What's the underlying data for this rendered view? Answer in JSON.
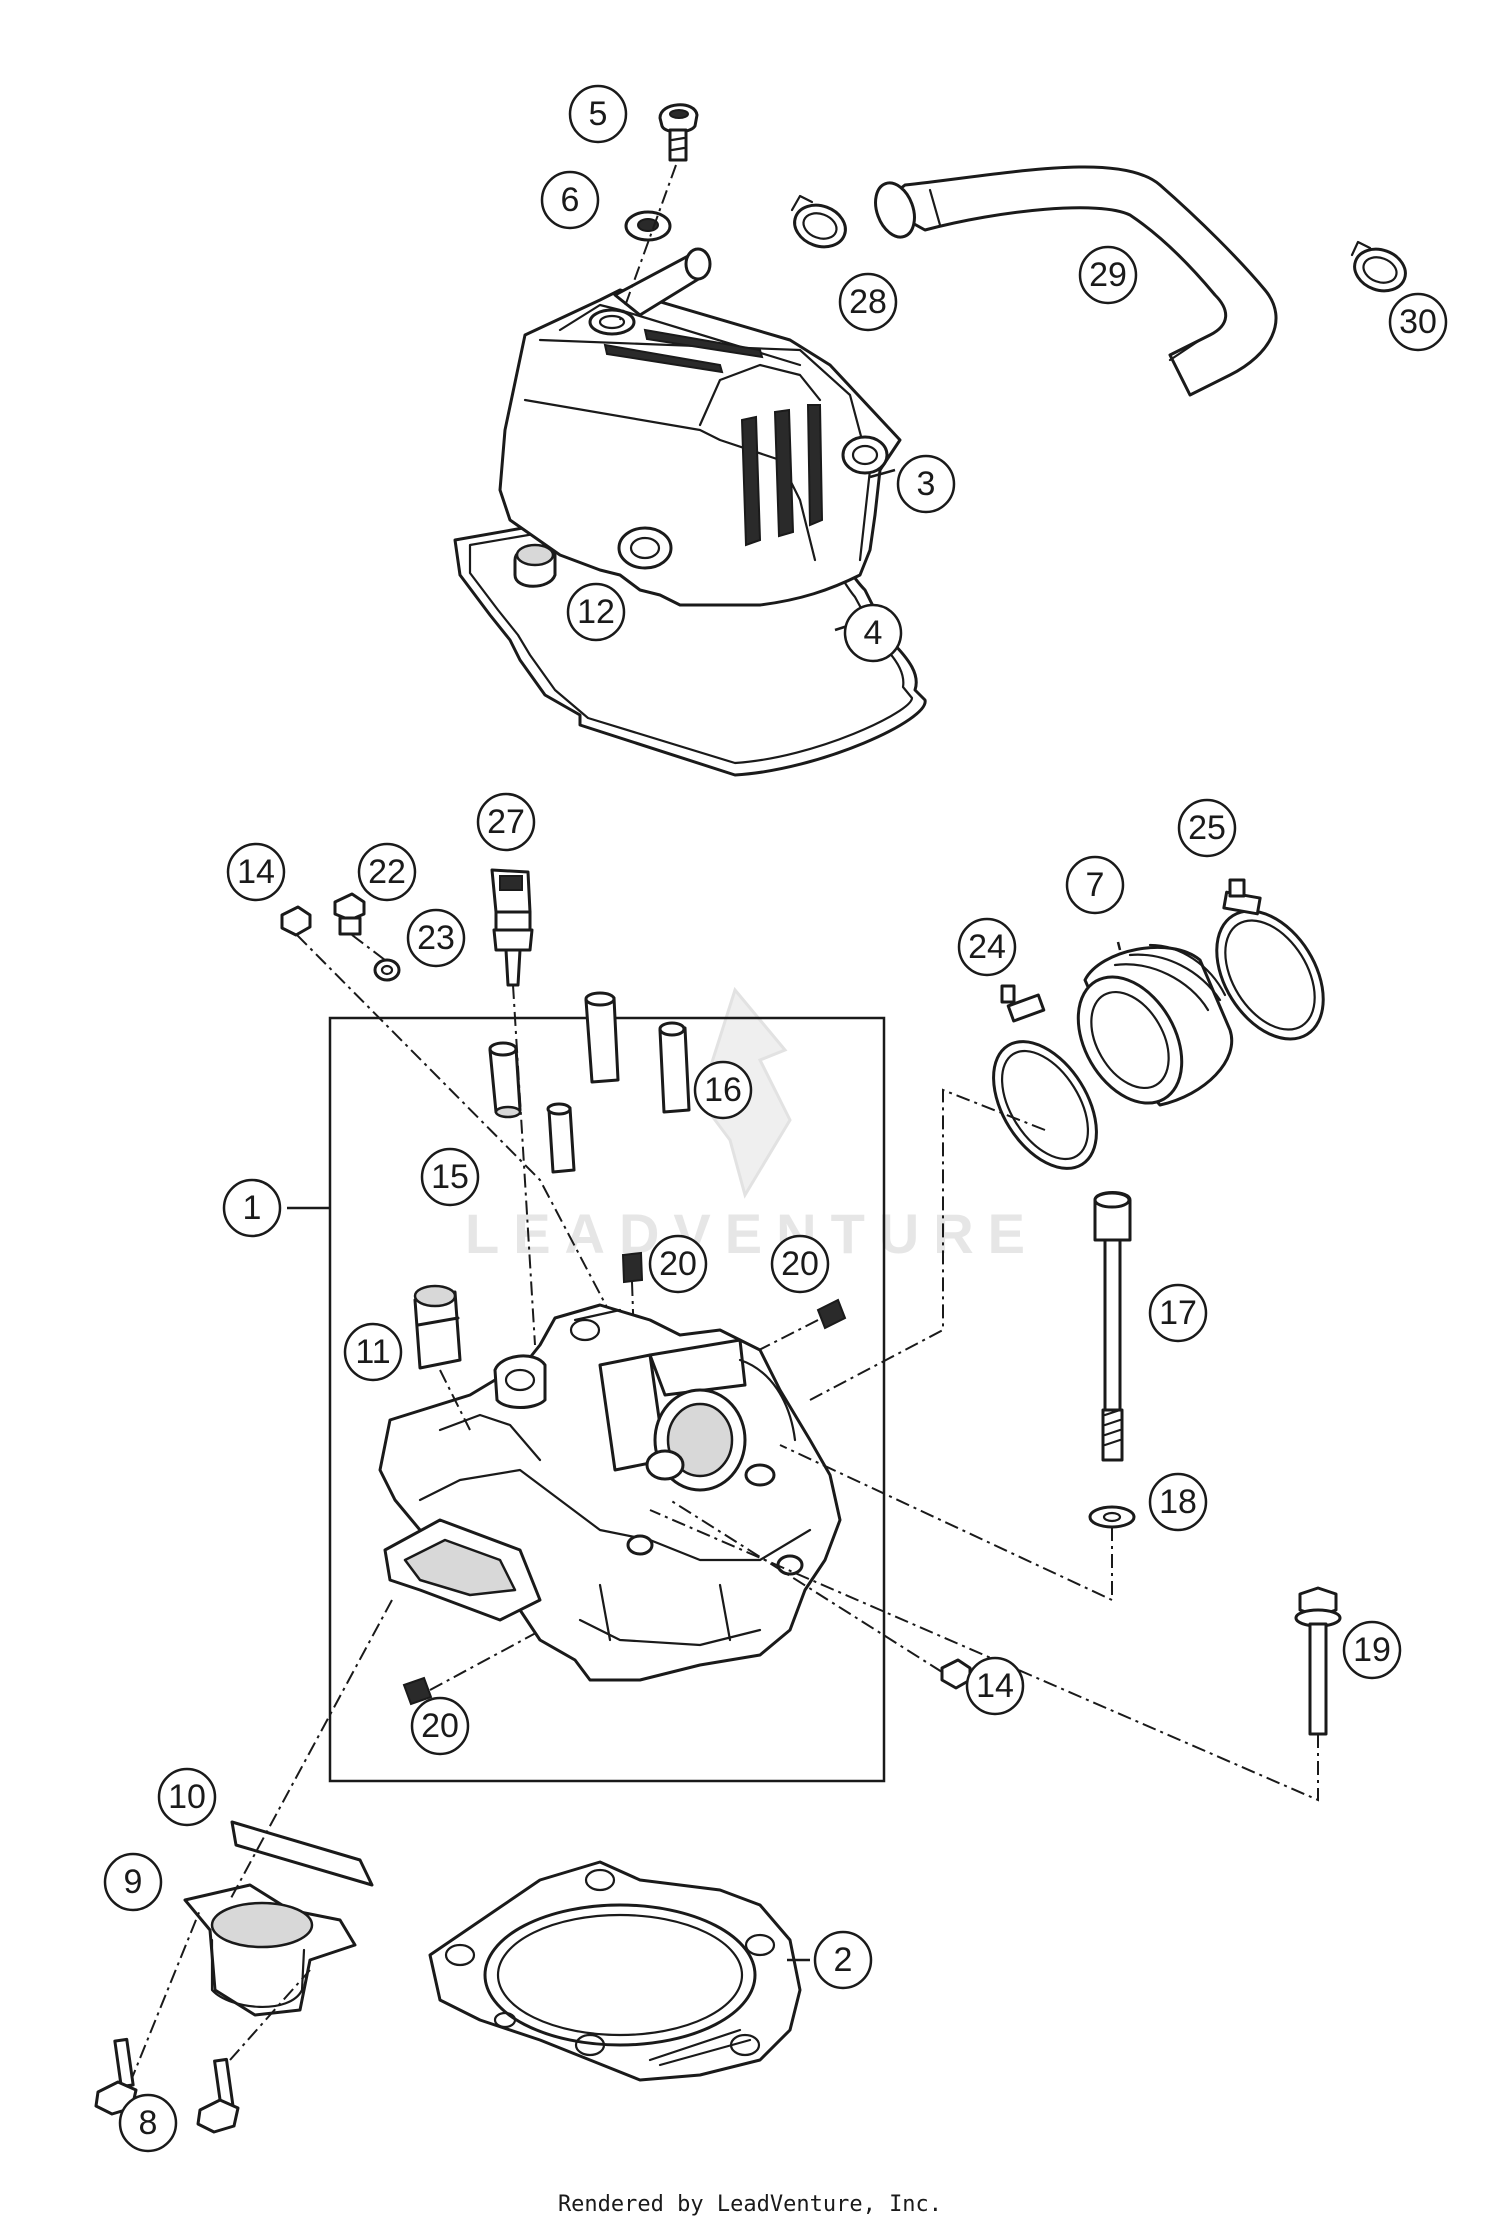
{
  "callouts": [
    "1",
    "2",
    "3",
    "4",
    "5",
    "6",
    "7",
    "8",
    "9",
    "10",
    "11",
    "12",
    "14",
    "14",
    "15",
    "16",
    "17",
    "18",
    "19",
    "20",
    "20",
    "20",
    "22",
    "23",
    "24",
    "25",
    "27",
    "28",
    "29",
    "30"
  ],
  "watermark": "LEADVENTURE",
  "footer": "Rendered by LeadVenture, Inc."
}
